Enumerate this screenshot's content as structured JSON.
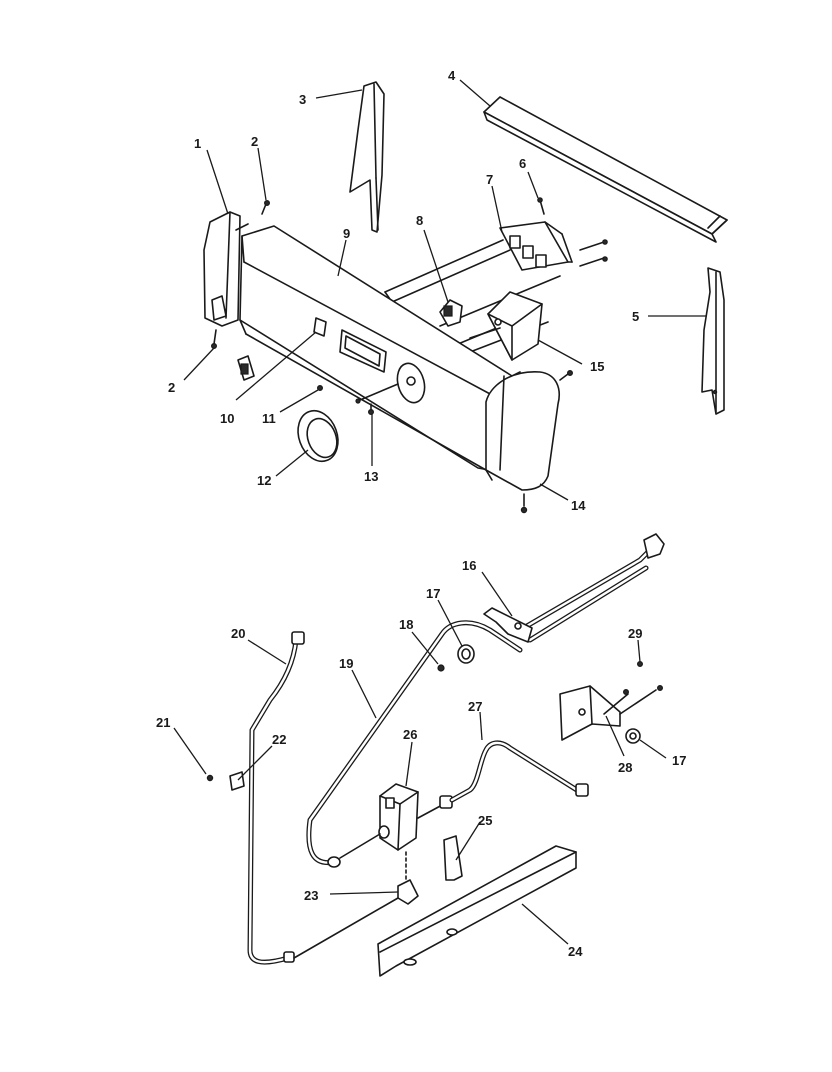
{
  "callouts": [
    "1",
    "2",
    "2",
    "3",
    "4",
    "5",
    "6",
    "7",
    "8",
    "9",
    "10",
    "11",
    "12",
    "13",
    "14",
    "15",
    "16",
    "17",
    "17",
    "18",
    "19",
    "20",
    "21",
    "22",
    "23",
    "24",
    "25",
    "26",
    "27",
    "28",
    "29"
  ]
}
